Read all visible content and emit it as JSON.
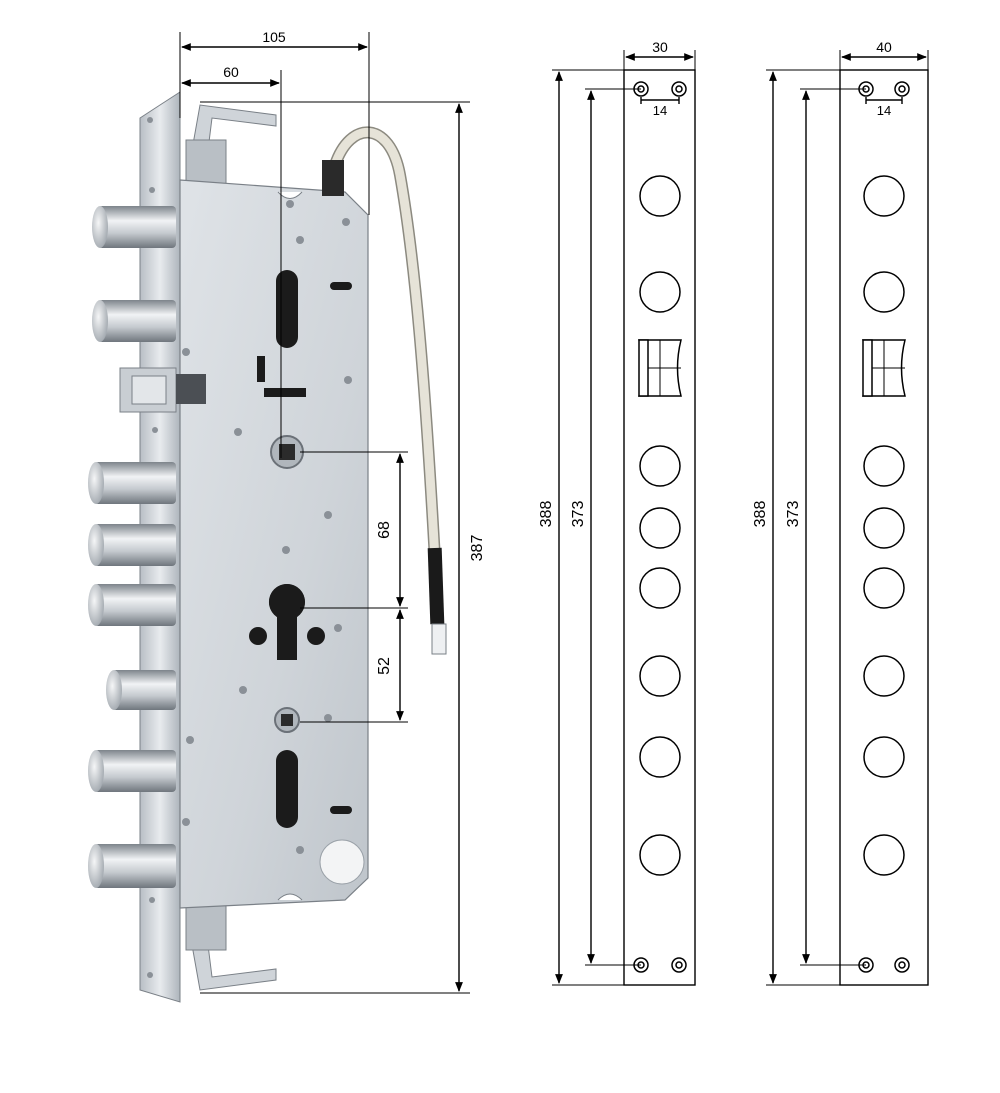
{
  "lock": {
    "dimensions": {
      "overall_width": "105",
      "cam_offset": "60",
      "height": "387",
      "spindle_to_cylinder": "68",
      "cylinder_to_lower": "52"
    },
    "colors": {
      "metal_light": "#d9dde2",
      "metal_dark": "#9aa1a8",
      "cable": "#e6e3d8",
      "cable_black": "#1a1a1a"
    }
  },
  "strike_plates": [
    {
      "width": "30",
      "screw_spacing": "14",
      "overall_height": "388",
      "screw_height": "373",
      "round_holes": 8
    },
    {
      "width": "40",
      "screw_spacing": "14",
      "overall_height": "388",
      "screw_height": "373",
      "round_holes": 8
    }
  ]
}
